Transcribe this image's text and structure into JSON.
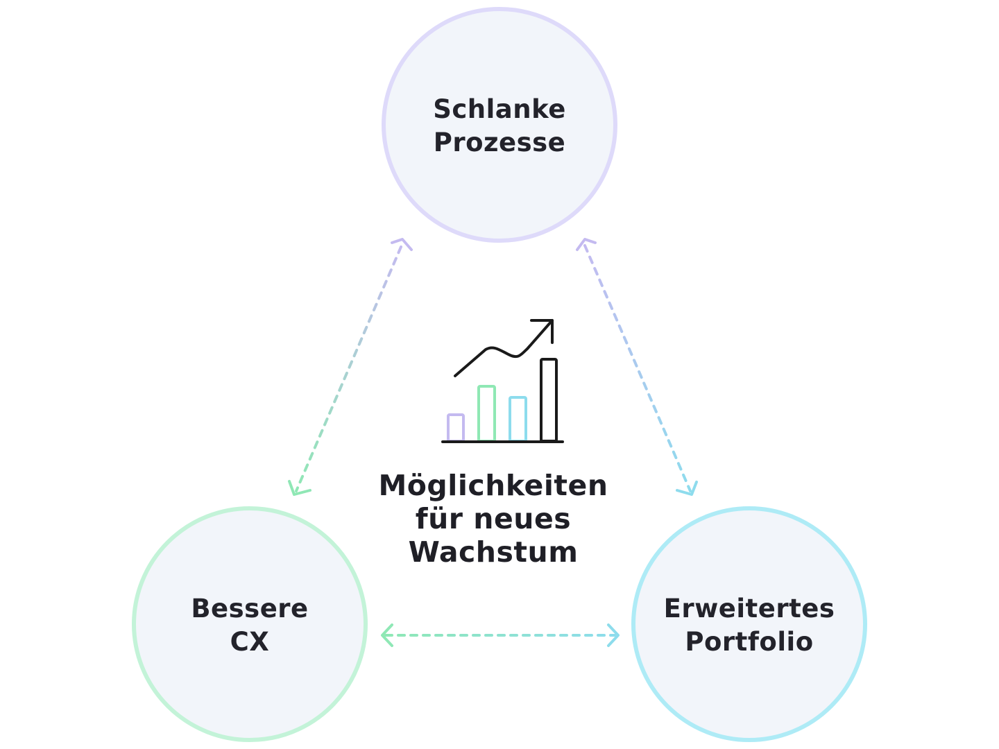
{
  "nodes": {
    "top": {
      "line1": "Schlanke",
      "line2": "Prozesse",
      "border_color": "#dedafa"
    },
    "left": {
      "line1": "Bessere",
      "line2": "CX",
      "border_color": "#c3f3d8"
    },
    "right": {
      "line1": "Erweitertes",
      "line2": "Portfolio",
      "border_color": "#aeebf6"
    }
  },
  "center": {
    "line1": "Möglichkeiten",
    "line2": "für neues",
    "line3": "Wachstum",
    "icon": "growth-chart-icon"
  },
  "colors": {
    "node_fill": "#f2f5fa",
    "purple": "#c4baf0",
    "green": "#8fe8b4",
    "cyan": "#8ddced",
    "ink": "#1a1a1a"
  }
}
